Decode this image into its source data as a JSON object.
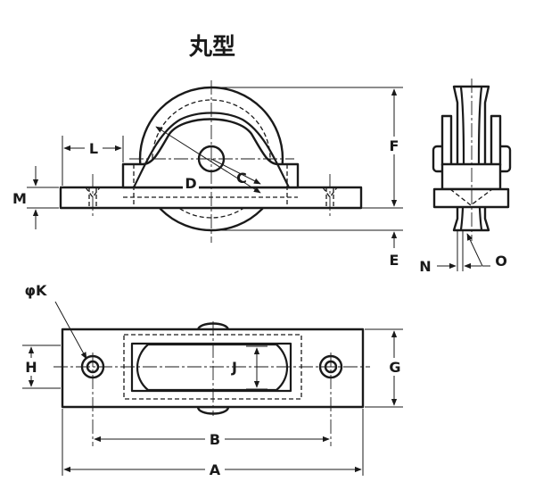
{
  "title": "丸型",
  "labels": {
    "L": "L",
    "M": "M",
    "D": "D",
    "C": "C",
    "F": "F",
    "E": "E",
    "N": "N",
    "O": "O",
    "phiK": "φK",
    "H": "H",
    "J": "J",
    "G": "G",
    "B": "B",
    "A": "A"
  }
}
